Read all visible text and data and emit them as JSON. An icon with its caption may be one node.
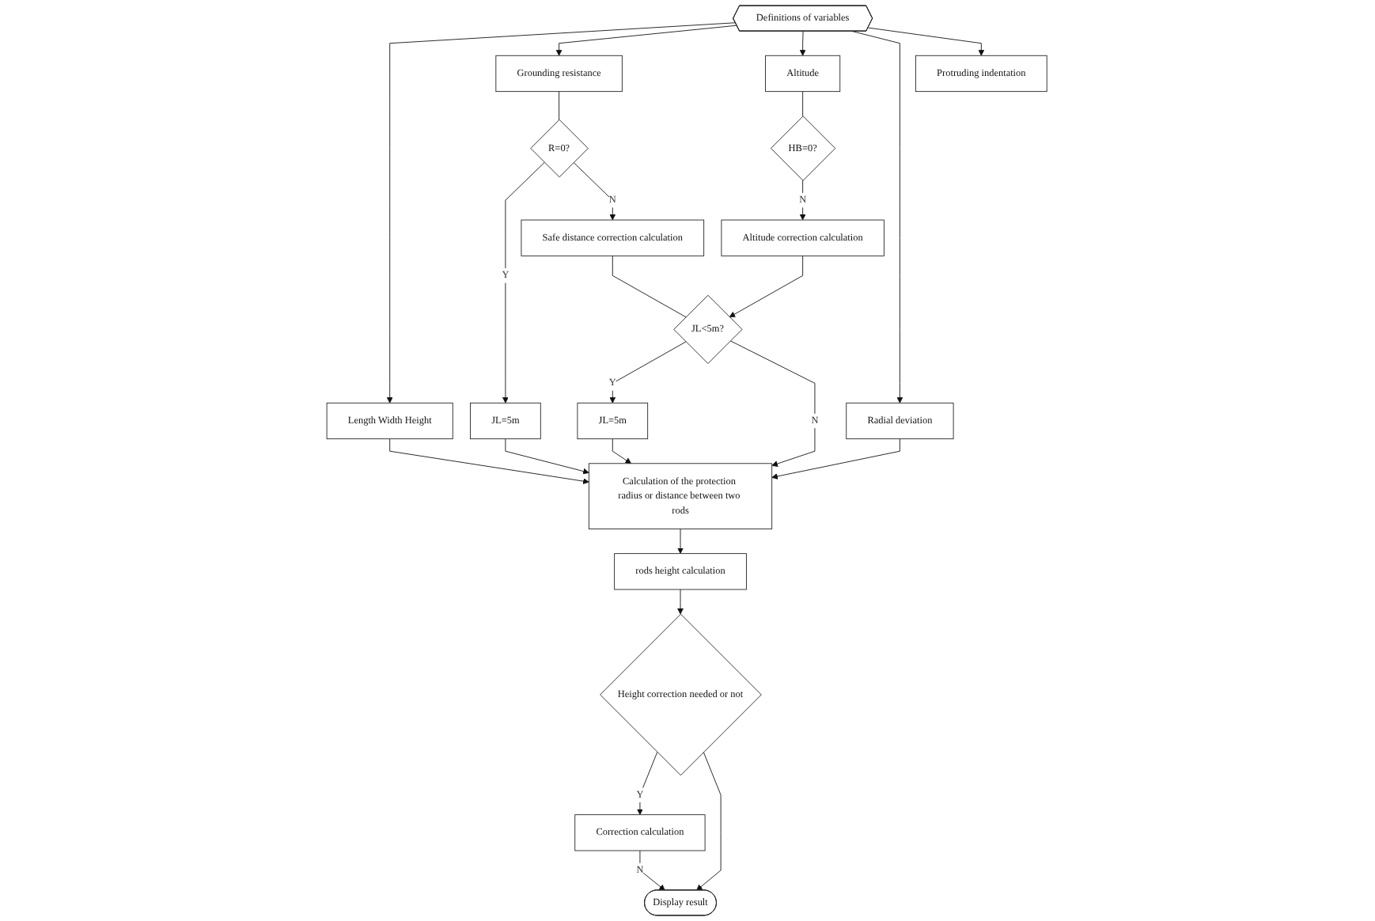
{
  "diagram": {
    "nodes": [
      {
        "text": [
          "Definitions of variables"
        ]
      },
      {
        "text": [
          "Length Width Height"
        ]
      },
      {
        "text": [
          "Grounding resistance"
        ]
      },
      {
        "text": [
          "Altitude"
        ]
      },
      {
        "text": [
          "Radial deviation"
        ]
      },
      {
        "text": [
          "Protruding indentation"
        ]
      },
      {
        "text": [
          "JL=5m"
        ]
      },
      {
        "text": [
          "R=0?"
        ]
      },
      {
        "text": [
          "HB=0?"
        ]
      },
      {
        "text": [
          "Altitude correction calculation"
        ]
      },
      {
        "text": [
          "Safe distance correction calculation"
        ]
      },
      {
        "text": [
          "JL=5m"
        ]
      },
      {
        "text": [
          "JL<5m?"
        ]
      },
      {
        "text": [
          "Calculation of the protection radius or distance between two rods"
        ]
      },
      {
        "text": [
          "rods height calculation"
        ]
      },
      {
        "text": [
          "Height correction needed or not"
        ]
      },
      {
        "text": [
          "Correction calculation"
        ]
      },
      {
        "text": [
          "Display result"
        ]
      }
    ],
    "edges": [
      {
        "from": 0,
        "to": 1,
        "arrow": "to"
      },
      {
        "from": 0,
        "to": 2,
        "arrow": "to"
      },
      {
        "from": 0,
        "to": 3,
        "arrow": "to"
      },
      {
        "from": 0,
        "to": 4,
        "arrow": "to"
      },
      {
        "from": 0,
        "to": 5,
        "arrow": "to"
      },
      {
        "from": 2,
        "to": 7,
        "arrow": "none"
      },
      {
        "from": 3,
        "to": 8,
        "arrow": "none"
      },
      {
        "from": 7,
        "to": 6,
        "arrow": "to",
        "label": "Y"
      },
      {
        "from": 7,
        "to": 10,
        "arrow": "to",
        "label": "N"
      },
      {
        "from": 8,
        "to": 9,
        "arrow": "to",
        "label": "N"
      },
      {
        "from": 10,
        "to": 12,
        "arrow": "none"
      },
      {
        "from": 9,
        "to": 12,
        "arrow": "to"
      },
      {
        "from": 12,
        "to": 11,
        "arrow": "to",
        "label": "Y"
      },
      {
        "from": 12,
        "to": 13,
        "arrow": "to",
        "label": "N"
      },
      {
        "from": 1,
        "to": 13,
        "arrow": "to"
      },
      {
        "from": 6,
        "to": 13,
        "arrow": "to"
      },
      {
        "from": 11,
        "to": 13,
        "arrow": "to"
      },
      {
        "from": 4,
        "to": 13,
        "arrow": "to"
      },
      {
        "from": 13,
        "to": 14,
        "arrow": "to"
      },
      {
        "from": 14,
        "to": 15,
        "arrow": "to"
      },
      {
        "from": 15,
        "to": 16,
        "arrow": "to",
        "label": "Y"
      },
      {
        "from": 15,
        "to": 17,
        "arrow": "to"
      },
      {
        "from": 16,
        "to": 17,
        "arrow": "to",
        "label": "N"
      }
    ]
  }
}
